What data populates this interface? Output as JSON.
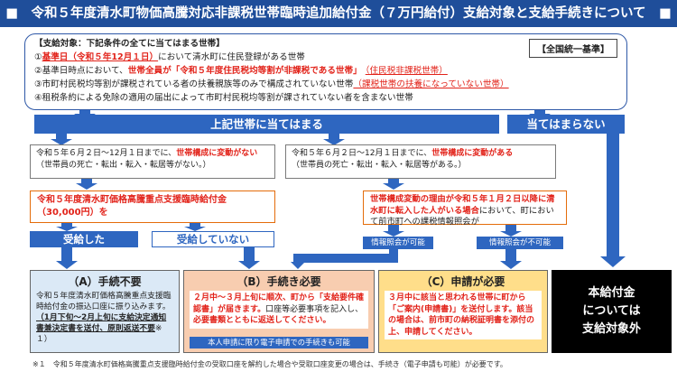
{
  "title": "■　令和５年度清水町物価高騰対応非課税世帯臨時追加給付金（７万円給付）支給対象と支給手続きについて　■",
  "conditions": {
    "heading": "【支給対象：下記条件の全てに当てはまる世帯】",
    "badge": "【全国統一基準】",
    "line1_prefix": "①",
    "line1_red": "基準日（令和５年12月１日）",
    "line1_rest": "において清水町に住民登録がある世帯",
    "line2_prefix": "②基準日時点において、",
    "line2_red": "世帯全員が「令和５年度住民税均等割が非課税である世帯」",
    "line2_note": "（住民税非課税世帯）",
    "line3_text": "③市町村民税均等割が課税されている者の扶養親族等のみで構成されていない世帯",
    "line3_note": "（課税世帯の扶養になっていない世帯）",
    "line4_text": "④租税条約による免除の適用の届出によって市町村民税均等割が課されていない者を含まない世帯"
  },
  "bars": {
    "applies": "上記世帯に当てはまる",
    "not_applies": "当てはまらない"
  },
  "left_branch": {
    "text_prefix": "令和５年６月２日～12月１日までに、",
    "text_red": "世帯構成に変動がない",
    "text_suffix": "（世帯員の死亡・転出・転入・転居等がない。）",
    "prior_line1": "令和５年度清水町価格高騰重点支援臨時給付金",
    "prior_line2": "（30,000円）を",
    "btn_received": "受給した",
    "btn_not_received": "受給していない"
  },
  "right_branch": {
    "text_prefix": "令和５年６月２日～12月１日までに、",
    "text_red": "世帯構成に変動がある",
    "text_suffix": "（世帯員の死亡・転出・転入・転居等がある。）",
    "reason_red": "世帯構成変動の理由が令和５年１月２日以降に清水町に転入した人がいる場合",
    "reason_rest": "において、町において前市町への課税情報照会が",
    "inquiry_ok": "情報照会が可能",
    "inquiry_ng": "情報照会が不可能"
  },
  "results": {
    "a": {
      "title": "（A）手続不要",
      "body1": "令和５年度清水町価格高騰重点支援臨時給付金の振込口座に振り込みます。",
      "body_bold": "（1月下旬～2月上旬に支給決定通知書兼決定書を送付、原則返送不要",
      "body_tail": "※１）"
    },
    "b": {
      "title": "（B）手続き必要",
      "body_red1": "２月中～３月上旬に順次、町から「支給要件確認書」が届きます。",
      "body_plain": "口座等必要事項を記入し、",
      "body_red2": "必要書類とともに返送してください。",
      "note": "本人申請に限り電子申請での手続きも可能"
    },
    "c": {
      "title": "（C）申請が必要",
      "body_red1": "３月中に該当と思われる世帯に町から「ご案内(申請書)」を送付します。",
      "body_red2": "該当の場合は、前市町の納税証明書を添付の上、申請してください。"
    },
    "d": {
      "line1": "本給付金",
      "line2": "については",
      "line3": "支給対象外"
    }
  },
  "footnote": "※１　令和５年度清水町価格高騰重点支援臨時給付金の受取口座を解約した場合や受取口座変更の場合は、手続き（電子申請も可能）が必要です。",
  "colors": {
    "title_bg": "#1f4e9a",
    "accent_blue": "#2e66c0",
    "red": "#e2231a",
    "result_a_bg": "#dbe9f6",
    "result_b_bg": "#f8cdb0",
    "result_c_bg": "#ffde8a",
    "result_d_bg": "#000000"
  }
}
